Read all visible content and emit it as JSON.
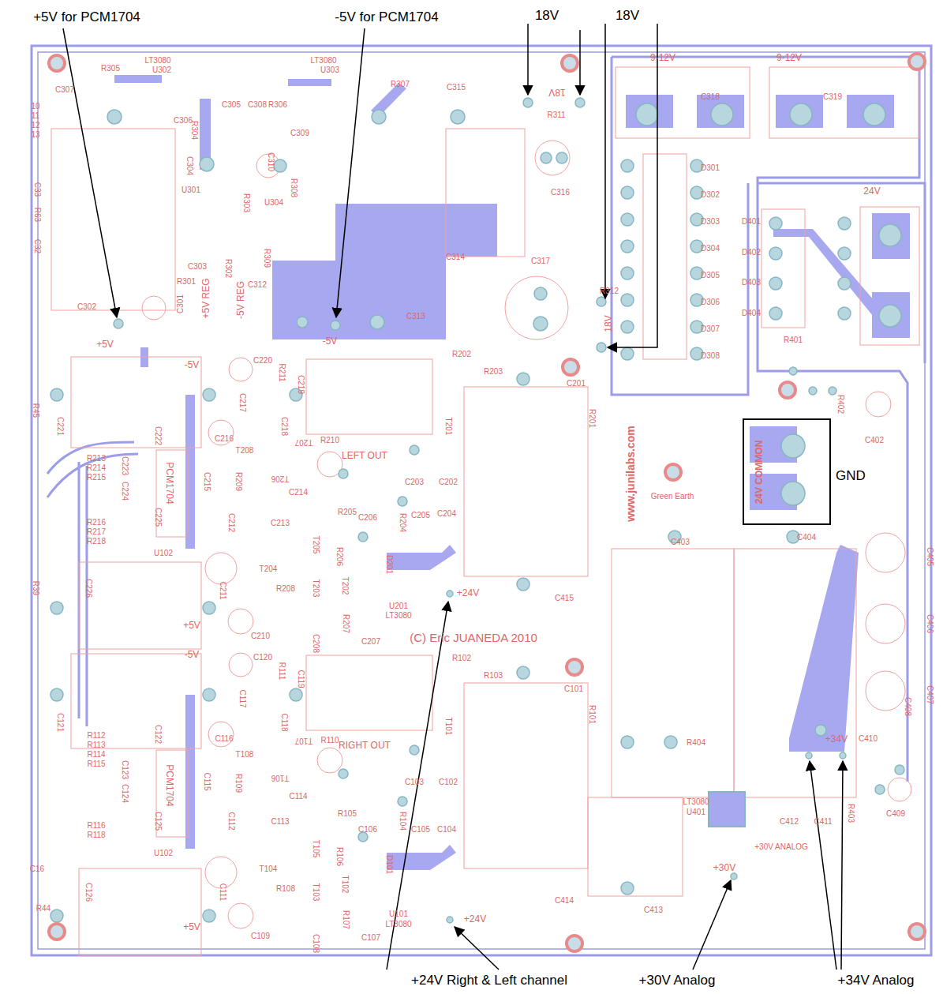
{
  "diagram": {
    "nodes": [
      {
        "text": [
          "24V COMMON",
          "GND"
        ]
      }
    ],
    "labels": [
      "+5V for PCM1704",
      "-5V for PCM1704",
      "18V",
      "18V",
      "+24V Right & Left channel",
      "+30V Analog",
      "+34V Analog",
      "LT3080",
      "U302",
      "R305",
      "C307",
      "LT3080",
      "U303",
      "R307",
      "C315",
      "18V",
      "R311",
      "C316",
      "C305",
      "C308",
      "R306",
      "C309",
      "C306",
      "R304",
      "C304",
      "C310",
      "U301",
      "R303",
      "U304",
      "R308",
      "C303",
      "R301",
      "R302",
      "R309",
      "C302",
      "C312",
      "C313",
      "C314",
      "C317",
      "C301",
      "+5V REG",
      "-5V REG",
      "+5V",
      "-5V",
      "10",
      "11",
      "12",
      "13",
      "C33",
      "R63",
      "C32",
      "9-12V",
      "9-12V",
      "C318",
      "C319",
      "D301",
      "D302",
      "D303",
      "D304",
      "D305",
      "D306",
      "D307",
      "D308",
      "24V",
      "D401",
      "D402",
      "D403",
      "D404",
      "R401",
      "R402",
      "C402",
      "R312",
      "18V",
      "C201",
      "R202",
      "R203",
      "R201",
      "-5V",
      "C220",
      "R211",
      "C219",
      "C221",
      "C217",
      "C218",
      "C216",
      "C222",
      "C223",
      "C224",
      "R213",
      "R214",
      "R215",
      "R216",
      "R217",
      "R218",
      "PCM1704",
      "U102",
      "C225",
      "T208",
      "R209",
      "LEFT OUT",
      "R210",
      "T207",
      "T206",
      "C214",
      "C203",
      "C202",
      "T201",
      "R205",
      "C213",
      "C212",
      "C215",
      "C206",
      "R204",
      "C205",
      "C204",
      "T205",
      "T204",
      "R208",
      "R206",
      "D201",
      "C211",
      "T203",
      "T202",
      "R207",
      "U201",
      "LT3080",
      "+24V",
      "C415",
      "C210",
      "+5V",
      "C208",
      "C207",
      "(C) Eric JUANEDA 2010",
      "www.junilabs.com",
      "Green Earth",
      "C226",
      "R45",
      "R39",
      "C403",
      "C404",
      "-5V",
      "C120",
      "R111",
      "C119",
      "R102",
      "R103",
      "C101",
      "R101",
      "C121",
      "C117",
      "C118",
      "C116",
      "C122",
      "R112",
      "R113",
      "R114",
      "R115",
      "C123",
      "C124",
      "R116",
      "R118",
      "PCM1704",
      "C125",
      "U102",
      "T108",
      "R109",
      "RIGHT OUT",
      "R110",
      "T107",
      "T106",
      "C114",
      "C103",
      "C102",
      "T101",
      "R105",
      "C113",
      "C112",
      "C115",
      "C106",
      "R104",
      "C105",
      "C104",
      "T105",
      "T104",
      "R108",
      "R106",
      "D101",
      "C111",
      "T103",
      "T102",
      "R107",
      "U101",
      "LT3080",
      "+24V",
      "C414",
      "C109",
      "+5V",
      "C108",
      "C107",
      "C126",
      "C16",
      "R44",
      "C413",
      "R404",
      "+34V",
      "LT3080",
      "U401",
      "C412",
      "C411",
      "R403",
      "+30V ANALOG",
      "+30V",
      "C410",
      "C409",
      "C408",
      "C405",
      "C406",
      "C407"
    ]
  }
}
